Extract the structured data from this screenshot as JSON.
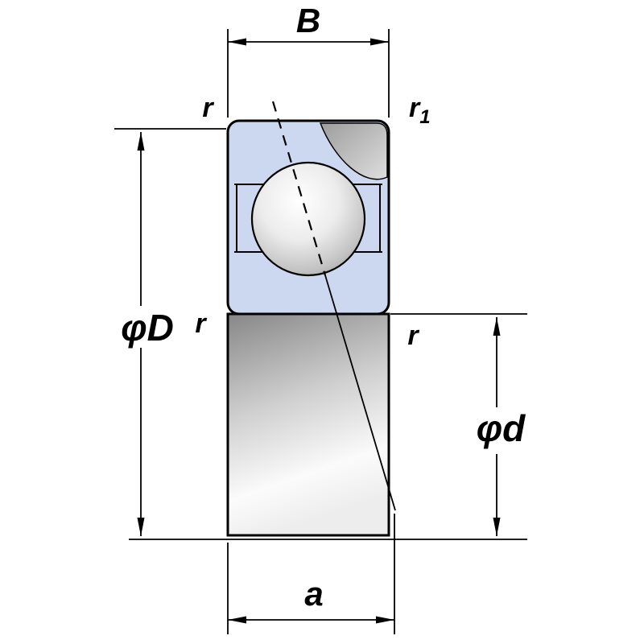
{
  "labels": {
    "width": "B",
    "r_top_left": "r",
    "r1_base": "r",
    "r1_sub": "1",
    "outer_diameter": "φD",
    "r_mid_left": "r",
    "r_mid_right": "r",
    "bore_diameter": "φd",
    "contact_point_offset": "a"
  },
  "colors": {
    "ring_fill": "#ccd8f0",
    "wedge_fill": "#b3b3b3",
    "line": "#000000",
    "background": "#ffffff"
  }
}
